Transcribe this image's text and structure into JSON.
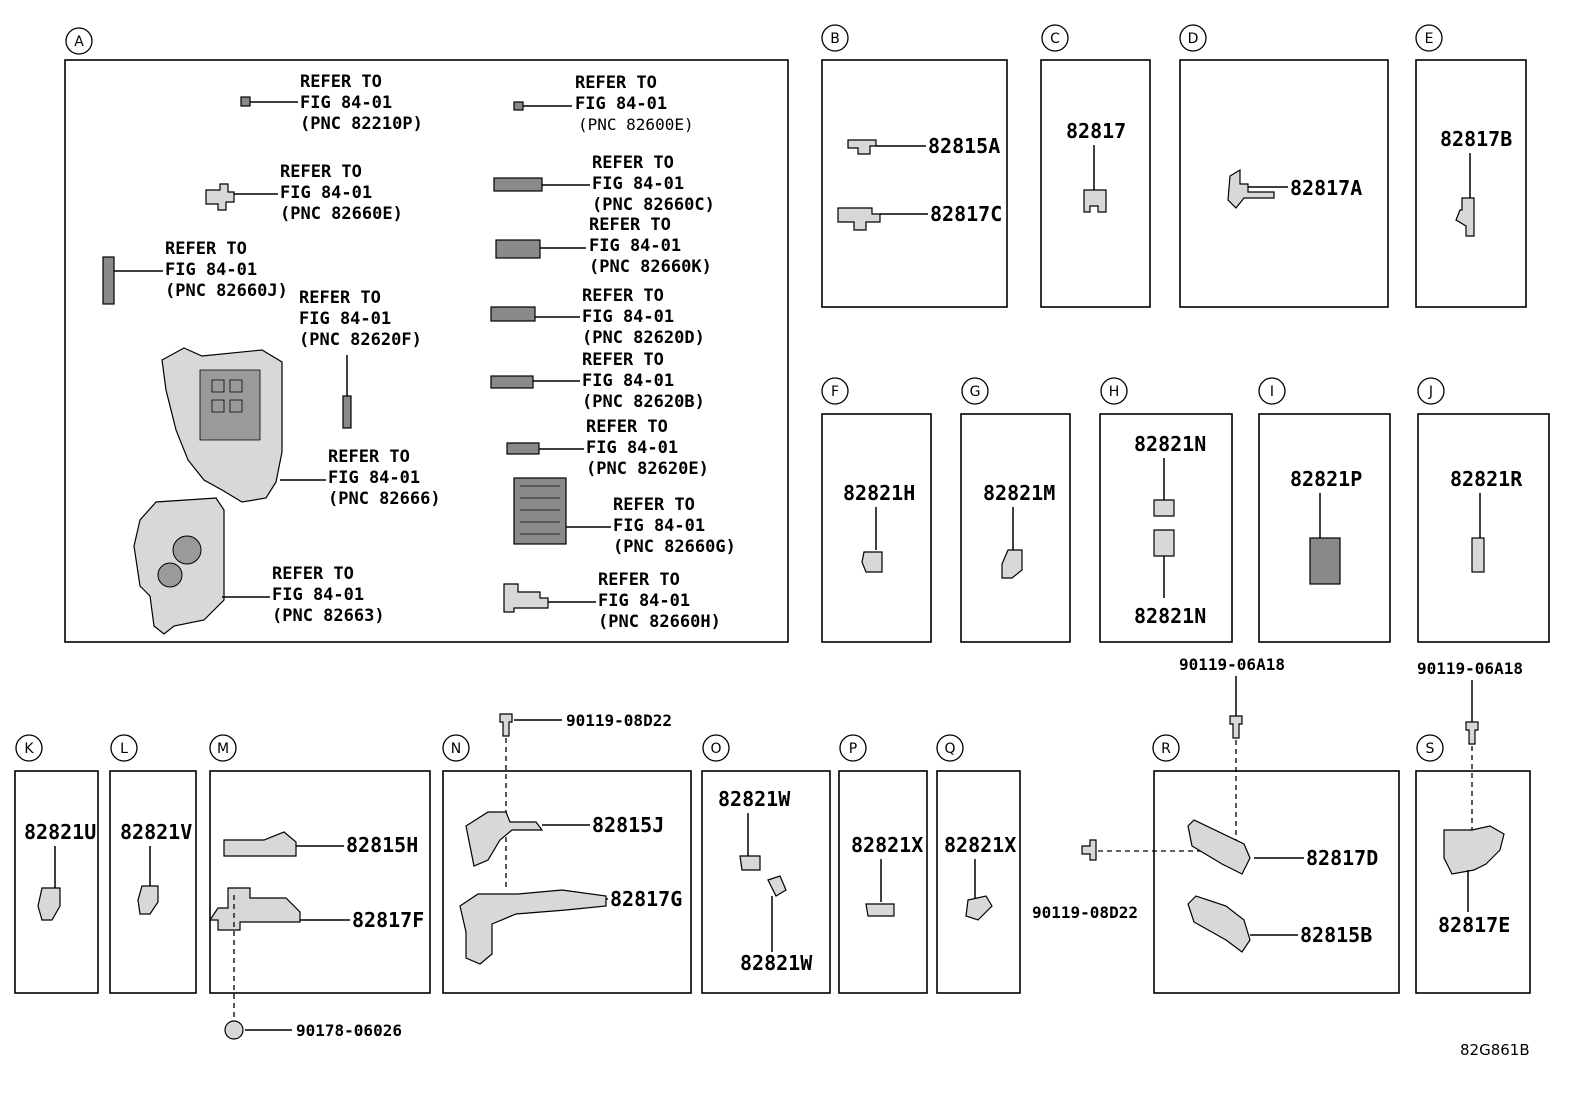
{
  "refer": {
    "line1": "REFER TO",
    "line2": "FIG 84-01"
  },
  "section_letters": [
    "A",
    "B",
    "C",
    "D",
    "E",
    "F",
    "G",
    "H",
    "I",
    "J",
    "K",
    "L",
    "M",
    "N",
    "O",
    "P",
    "Q",
    "R",
    "S"
  ],
  "section_a": {
    "pnc": [
      "(PNC 82210P)",
      "(PNC 82600E)",
      "(PNC 82660E)",
      "(PNC 82660C)",
      "(PNC 82660K)",
      "(PNC 82660J)",
      "(PNC 82620F)",
      "(PNC 82620D)",
      "(PNC 82620B)",
      "(PNC 82620E)",
      "(PNC 82666)",
      "(PNC 82660G)",
      "(PNC 82663)",
      "(PNC 82660H)"
    ]
  },
  "parts": {
    "p82815A": "82815A",
    "p82817C": "82817C",
    "p82817": "82817",
    "p82817A": "82817A",
    "p82817B": "82817B",
    "p82821H": "82821H",
    "p82821M": "82821M",
    "p82821N_top": "82821N",
    "p82821N_bottom": "82821N",
    "p82821P": "82821P",
    "p82821R": "82821R",
    "p82821U": "82821U",
    "p82821V": "82821V",
    "p82815H": "82815H",
    "p82817F": "82817F",
    "p82815J": "82815J",
    "p82817G": "82817G",
    "p82821W_top": "82821W",
    "p82821W_bottom": "82821W",
    "p82821X_p": "82821X",
    "p82821X_q": "82821X",
    "p82817D": "82817D",
    "p82815B": "82815B",
    "p82817E": "82817E"
  },
  "fasteners": {
    "f_n": "90119-08D22",
    "f_m": "90178-06026",
    "f_r_top": "90119-06A18",
    "f_r_side": "90119-08D22",
    "f_s": "90119-06A18"
  },
  "figure_code": "82G861B"
}
